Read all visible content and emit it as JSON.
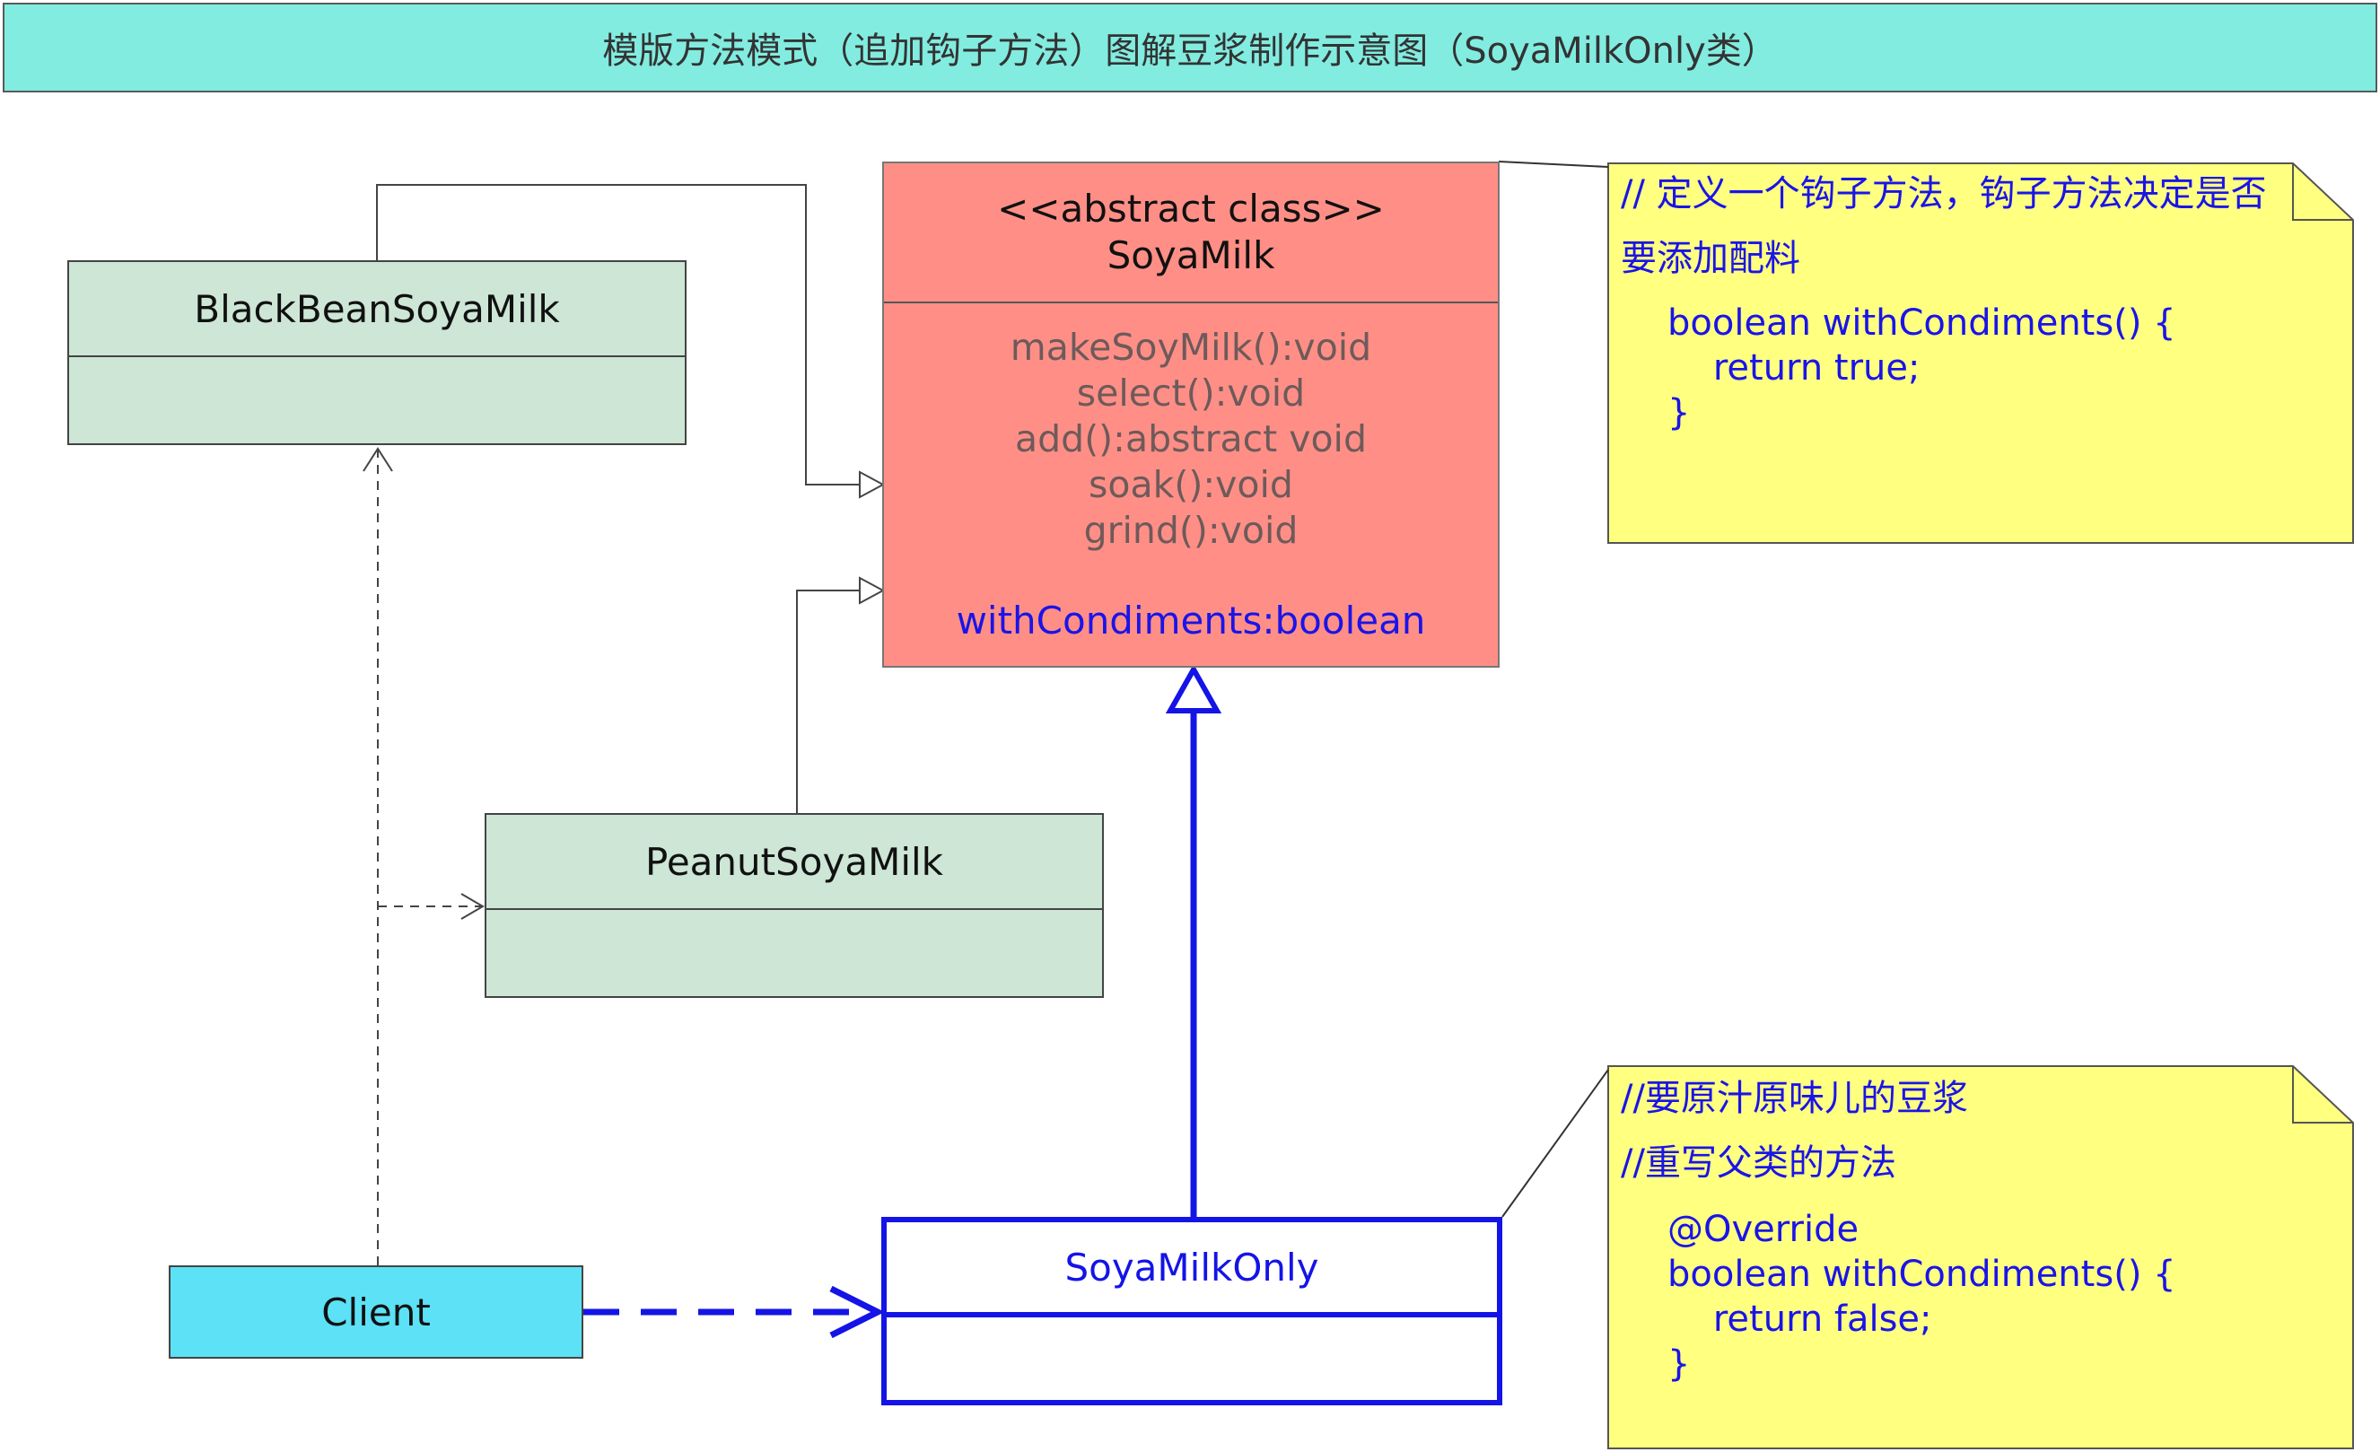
{
  "title": "模版方法模式（追加钩子方法）图解豆浆制作示意图（SoyaMilkOnly类）",
  "abstract_class": {
    "stereotype": "<<abstract class>>",
    "name": "SoyaMilk",
    "operations": [
      "makeSoyMilk():void",
      "select():void",
      "add():abstract void",
      "soak():void",
      "grind():void"
    ],
    "hook": "withCondiments:boolean"
  },
  "classes": {
    "black_bean": "BlackBeanSoyaMilk",
    "peanut": "PeanutSoyaMilk",
    "soya_only": "SoyaMilkOnly",
    "client": "Client"
  },
  "note_top": {
    "line1": "// 定义一个钩子方法，钩子方法决定是否",
    "line2": "要添加配料",
    "code1": "boolean withCondiments() {",
    "code2": "    return true;",
    "code3": "}"
  },
  "note_bottom": {
    "line1": "//要原汁原味儿的豆浆",
    "line2": "//重写父类的方法",
    "code1": "@Override",
    "code2": "boolean withCondiments() {",
    "code3": "    return false;",
    "code4": "}"
  },
  "colors": {
    "title_bg": "#82ece0",
    "abstract_bg": "#ff8f86",
    "concrete_bg": "#cde6d6",
    "client_bg": "#5ce1f7",
    "note_bg": "#ffff80",
    "highlight": "#1414e6"
  }
}
